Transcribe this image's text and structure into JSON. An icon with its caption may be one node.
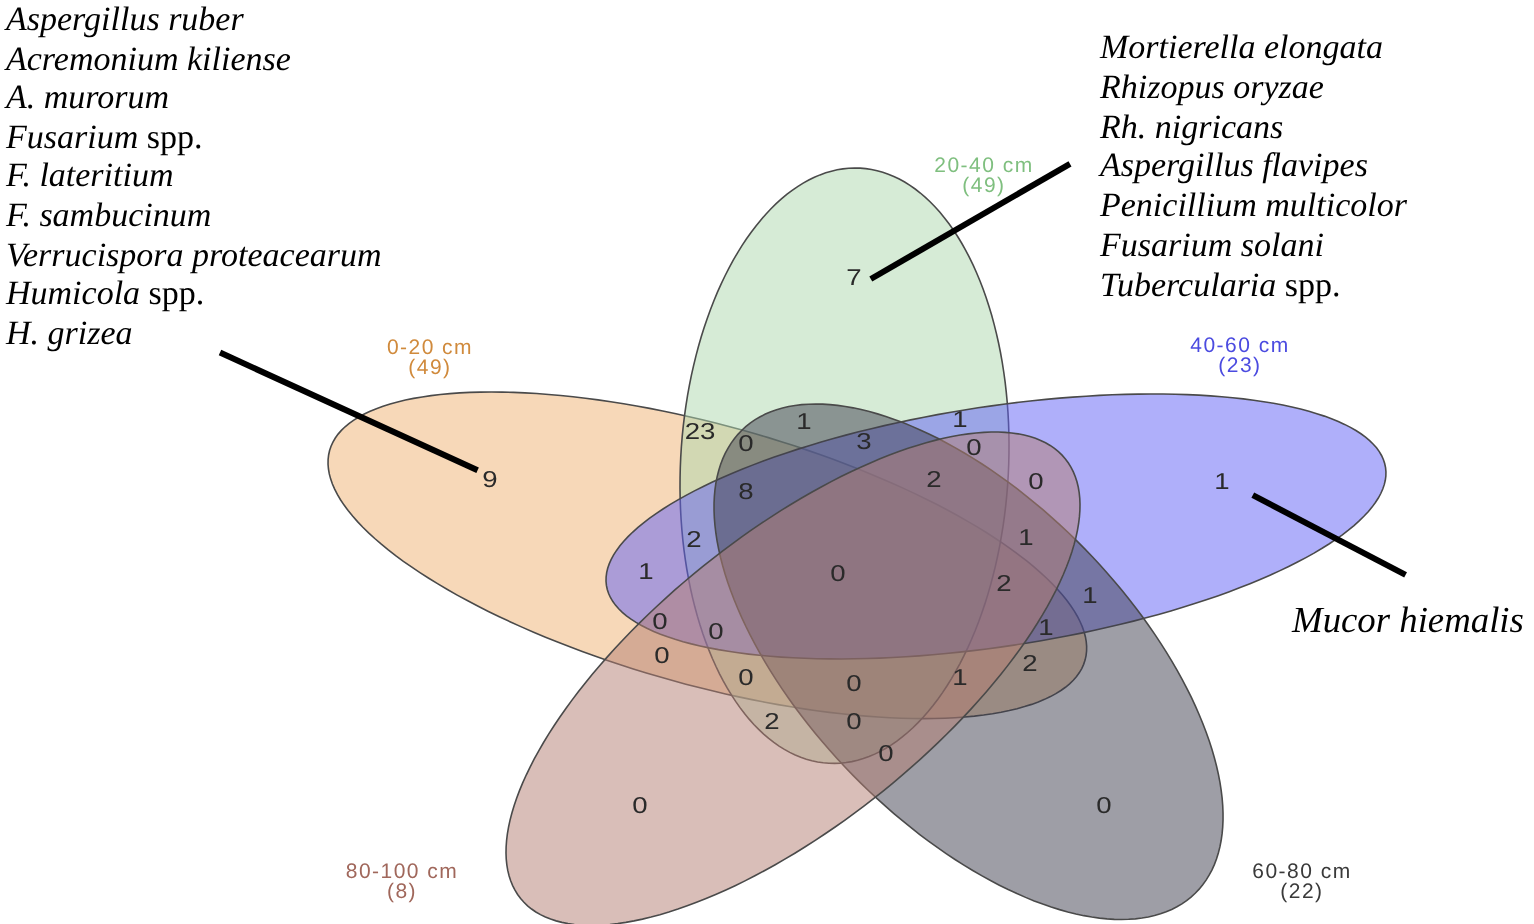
{
  "diagram": {
    "nodes": [
      {
        "text": [
          "Aspergillus ruber",
          "Acremonium kiliense",
          "A. murorum",
          "*Fusarium* spp.",
          "F. lateritium",
          "F. sambucinum",
          "Verrucispora proteacearum",
          "*Humicola* spp.",
          "H. grizea"
        ]
      },
      {
        "text": [
          "Mortierella elongata",
          "Rhizopus oryzae",
          "Rh. nigricans",
          "Aspergillus flavipes",
          "Penicillium multicolor",
          "Fusarium solani",
          "*Tubercularia* spp."
        ]
      },
      {
        "text": [
          "0-20 cm",
          "(49)"
        ]
      },
      {
        "text": [
          "20-40 cm",
          "(49)"
        ]
      },
      {
        "text": [
          "40-60 cm",
          "(23)"
        ]
      },
      {
        "text": [
          "60-80 cm",
          "(22)"
        ]
      },
      {
        "text": [
          "80-100 cm",
          "(8)"
        ]
      },
      {
        "text": [
          "9"
        ],
        "in": 2
      },
      {
        "text": [
          "7"
        ],
        "in": 3
      },
      {
        "text": [
          "1"
        ],
        "in": 4
      },
      {
        "text": [
          "Mucor hiemalis"
        ]
      }
    ],
    "edges": [
      {
        "from": 0,
        "to": 7,
        "arrow": "none"
      },
      {
        "from": 1,
        "to": 8,
        "arrow": "none"
      },
      {
        "from": 10,
        "to": 9,
        "arrow": "none"
      }
    ],
    "labels": [
      "23",
      "0",
      "1",
      "3",
      "1",
      "0",
      "8",
      "2",
      "0",
      "2",
      "1",
      "1",
      "0",
      "2",
      "1",
      "0",
      "0",
      "1",
      "0",
      "0",
      "0",
      "1",
      "2",
      "2",
      "0",
      "0",
      "0",
      "0"
    ]
  }
}
